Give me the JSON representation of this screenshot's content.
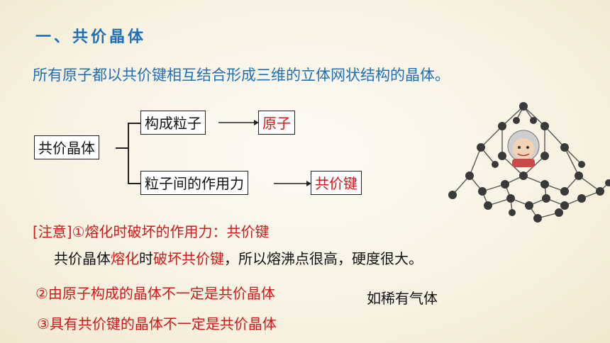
{
  "slide": {
    "heading": "一、共价晶体",
    "intro": "所有原子都以共价键相互结合形成三维的立体网状结构的晶体。"
  },
  "diagram": {
    "root": "共价晶体",
    "branch_top": "构成粒子",
    "branch_top_result": "原子",
    "branch_bottom": "粒子间的作用力",
    "branch_bottom_result": "共价键"
  },
  "notes": {
    "n1_title": "[注意]①熔化时破坏的作用力：共价键",
    "n1_p1": "共价晶体",
    "n1_p2": "熔化",
    "n1_p3": "时",
    "n1_p4": "破坏共价键",
    "n1_p5": "，所以熔沸点很高，硬度很大。",
    "n2": "②由原子构成的晶体不一定是共价晶体",
    "n2_example": "如稀有气体",
    "n3": "③具有共价键的晶体不一定是共价晶体"
  },
  "colors": {
    "heading": "#1e6fb8",
    "emphasis": "#d01818",
    "atom": "#3a3a3a"
  },
  "illustration": {
    "type": "diamond-crystal-lattice",
    "mascot": "cartoon-avatar"
  }
}
